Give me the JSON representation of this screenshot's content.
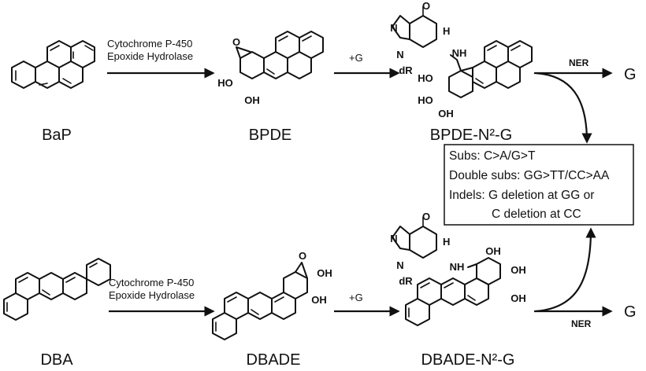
{
  "top_row": {
    "compound_1": "BaP",
    "enzymes_line1": "Cytochrome P-450",
    "enzymes_line2": "Epoxide Hydrolase",
    "compound_2": "BPDE",
    "reagent": "+G",
    "compound_3": "BPDE-N²-G",
    "ner_label": "NER",
    "product": "G"
  },
  "bottom_row": {
    "compound_1": "DBA",
    "enzymes_line1": "Cytochrome P-450",
    "enzymes_line2": "Epoxide Hydrolase",
    "compound_2": "DBADE",
    "reagent": "+G",
    "compound_3": "DBADE-N²-G",
    "ner_label": "NER",
    "product": "G"
  },
  "atoms": {
    "oh": "HO",
    "oh_right": "OH",
    "o": "O",
    "n": "N",
    "nh": "NH",
    "h": "H",
    "dr": "dR"
  },
  "mutation_box": {
    "line1": "Subs: C>A/G>T",
    "line2": "Double subs: GG>TT/CC>AA",
    "line3": "Indels: G deletion at GG or",
    "line4": "C deletion at CC"
  }
}
